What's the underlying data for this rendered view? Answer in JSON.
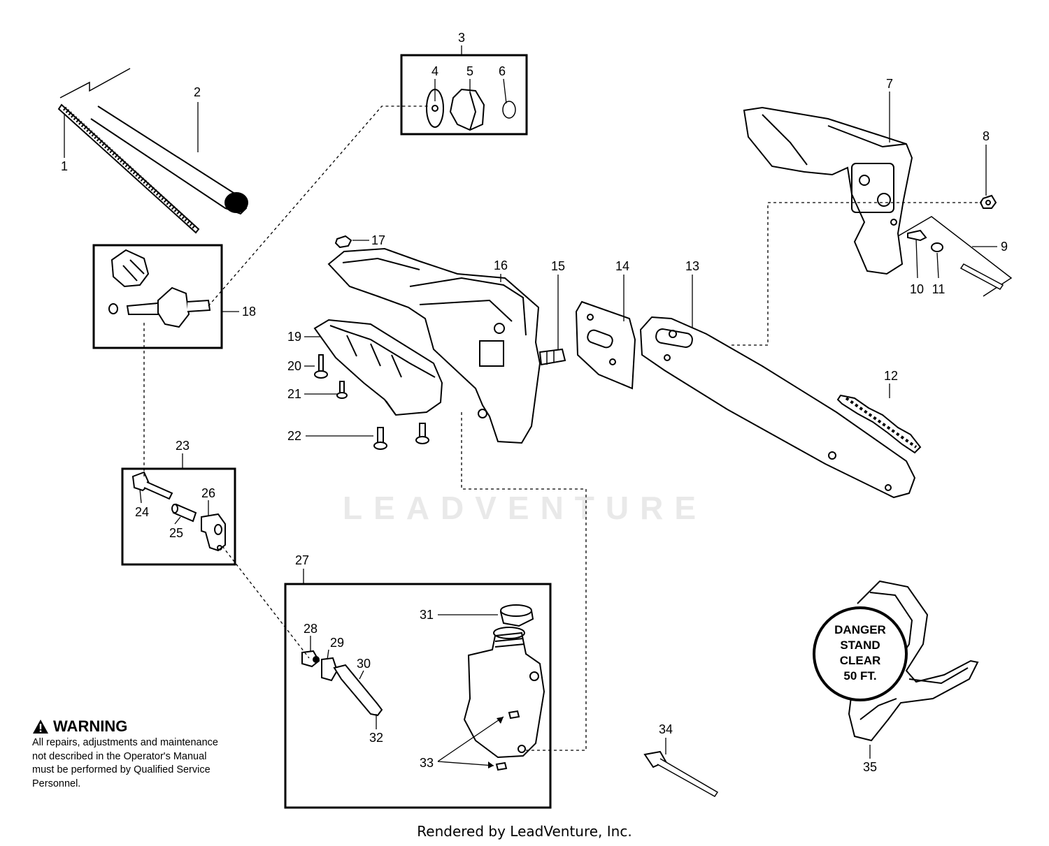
{
  "callouts": {
    "c1": "1",
    "c2": "2",
    "c3": "3",
    "c4": "4",
    "c5": "5",
    "c6": "6",
    "c7": "7",
    "c8": "8",
    "c9": "9",
    "c10": "10",
    "c11": "11",
    "c12": "12",
    "c13": "13",
    "c14": "14",
    "c15": "15",
    "c16": "16",
    "c17": "17",
    "c18": "18",
    "c19": "19",
    "c20": "20",
    "c21": "21",
    "c22": "22",
    "c23": "23",
    "c24": "24",
    "c25": "25",
    "c26": "26",
    "c27": "27",
    "c28": "28",
    "c29": "29",
    "c30": "30",
    "c31": "31",
    "c32": "32",
    "c33": "33",
    "c34": "34",
    "c35": "35"
  },
  "danger_label": {
    "line1": "DANGER",
    "line2": "STAND",
    "line3": "CLEAR",
    "line4": "50 FT."
  },
  "warning": {
    "icon": "warning-triangle-icon",
    "title": "WARNING",
    "body": "All repairs, adjustments and maintenance not described in the Operator's Manual must be performed by Qualified Service Personnel."
  },
  "watermark": "LEADVENTURE",
  "footer": "Rendered by LeadVenture, Inc."
}
